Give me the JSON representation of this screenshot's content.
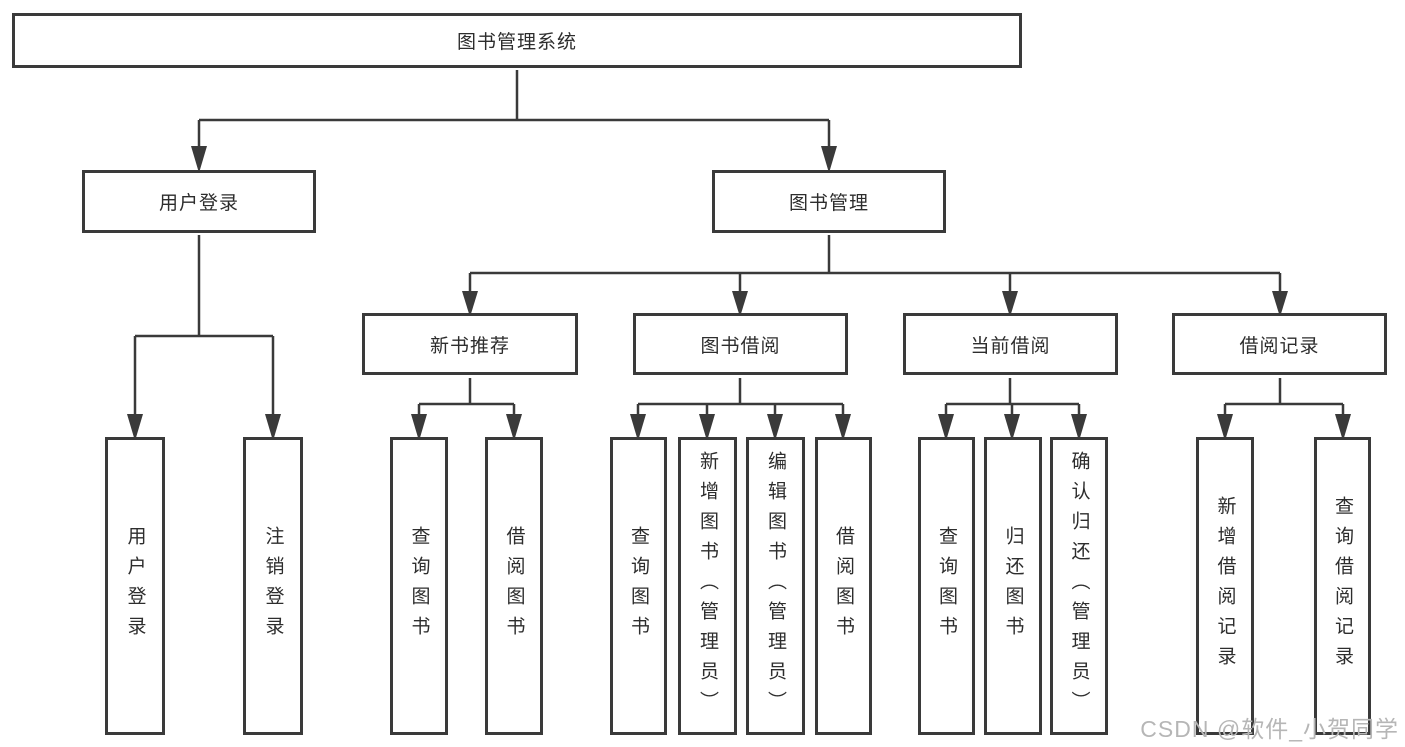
{
  "diagram": {
    "root": {
      "label": "图书管理系统"
    },
    "user_login": {
      "label": "用户登录",
      "leaves": [
        "用户登录",
        "注销登录"
      ]
    },
    "book_management": {
      "label": "图书管理",
      "sections": [
        {
          "label": "新书推荐",
          "leaves": [
            "查询图书",
            "借阅图书"
          ]
        },
        {
          "label": "图书借阅",
          "leaves": [
            "查询图书",
            "新增图书（管理员）",
            "编辑图书（管理员）",
            "借阅图书"
          ]
        },
        {
          "label": "当前借阅",
          "leaves": [
            "查询图书",
            "归还图书",
            "确认归还（管理员）"
          ]
        },
        {
          "label": "借阅记录",
          "leaves": [
            "新增借阅记录",
            "查询借阅记录"
          ]
        }
      ]
    }
  },
  "watermark": {
    "text": "CSDN @软件_小贺同学"
  },
  "colors": {
    "line": "#3a3a3a",
    "box_border": "#3a3a3a",
    "text": "#2d2d2d",
    "background": "#ffffff",
    "watermark": "#b6b6b6"
  }
}
